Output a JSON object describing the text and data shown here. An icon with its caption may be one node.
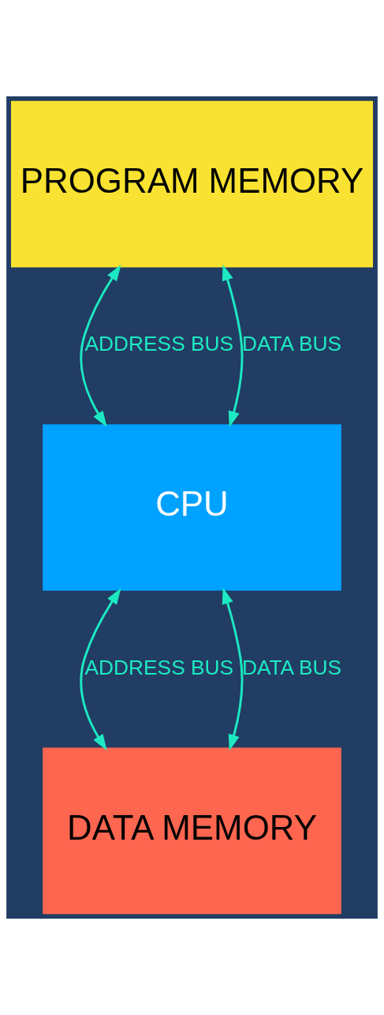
{
  "diagram": {
    "nodes": [
      {
        "text": [
          "PROGRAM MEMORY"
        ]
      },
      {
        "text": [
          "CPU"
        ]
      },
      {
        "text": [
          "DATA MEMORY"
        ]
      }
    ],
    "edges": [
      {
        "from": 0,
        "to": 1,
        "arrow": "both",
        "label": "ADDRESS BUS"
      },
      {
        "from": 0,
        "to": 1,
        "arrow": "both",
        "label": "DATA BUS"
      },
      {
        "from": 1,
        "to": 2,
        "arrow": "both",
        "label": "ADDRESS BUS"
      },
      {
        "from": 1,
        "to": 2,
        "arrow": "both",
        "label": "DATA BUS"
      }
    ]
  }
}
